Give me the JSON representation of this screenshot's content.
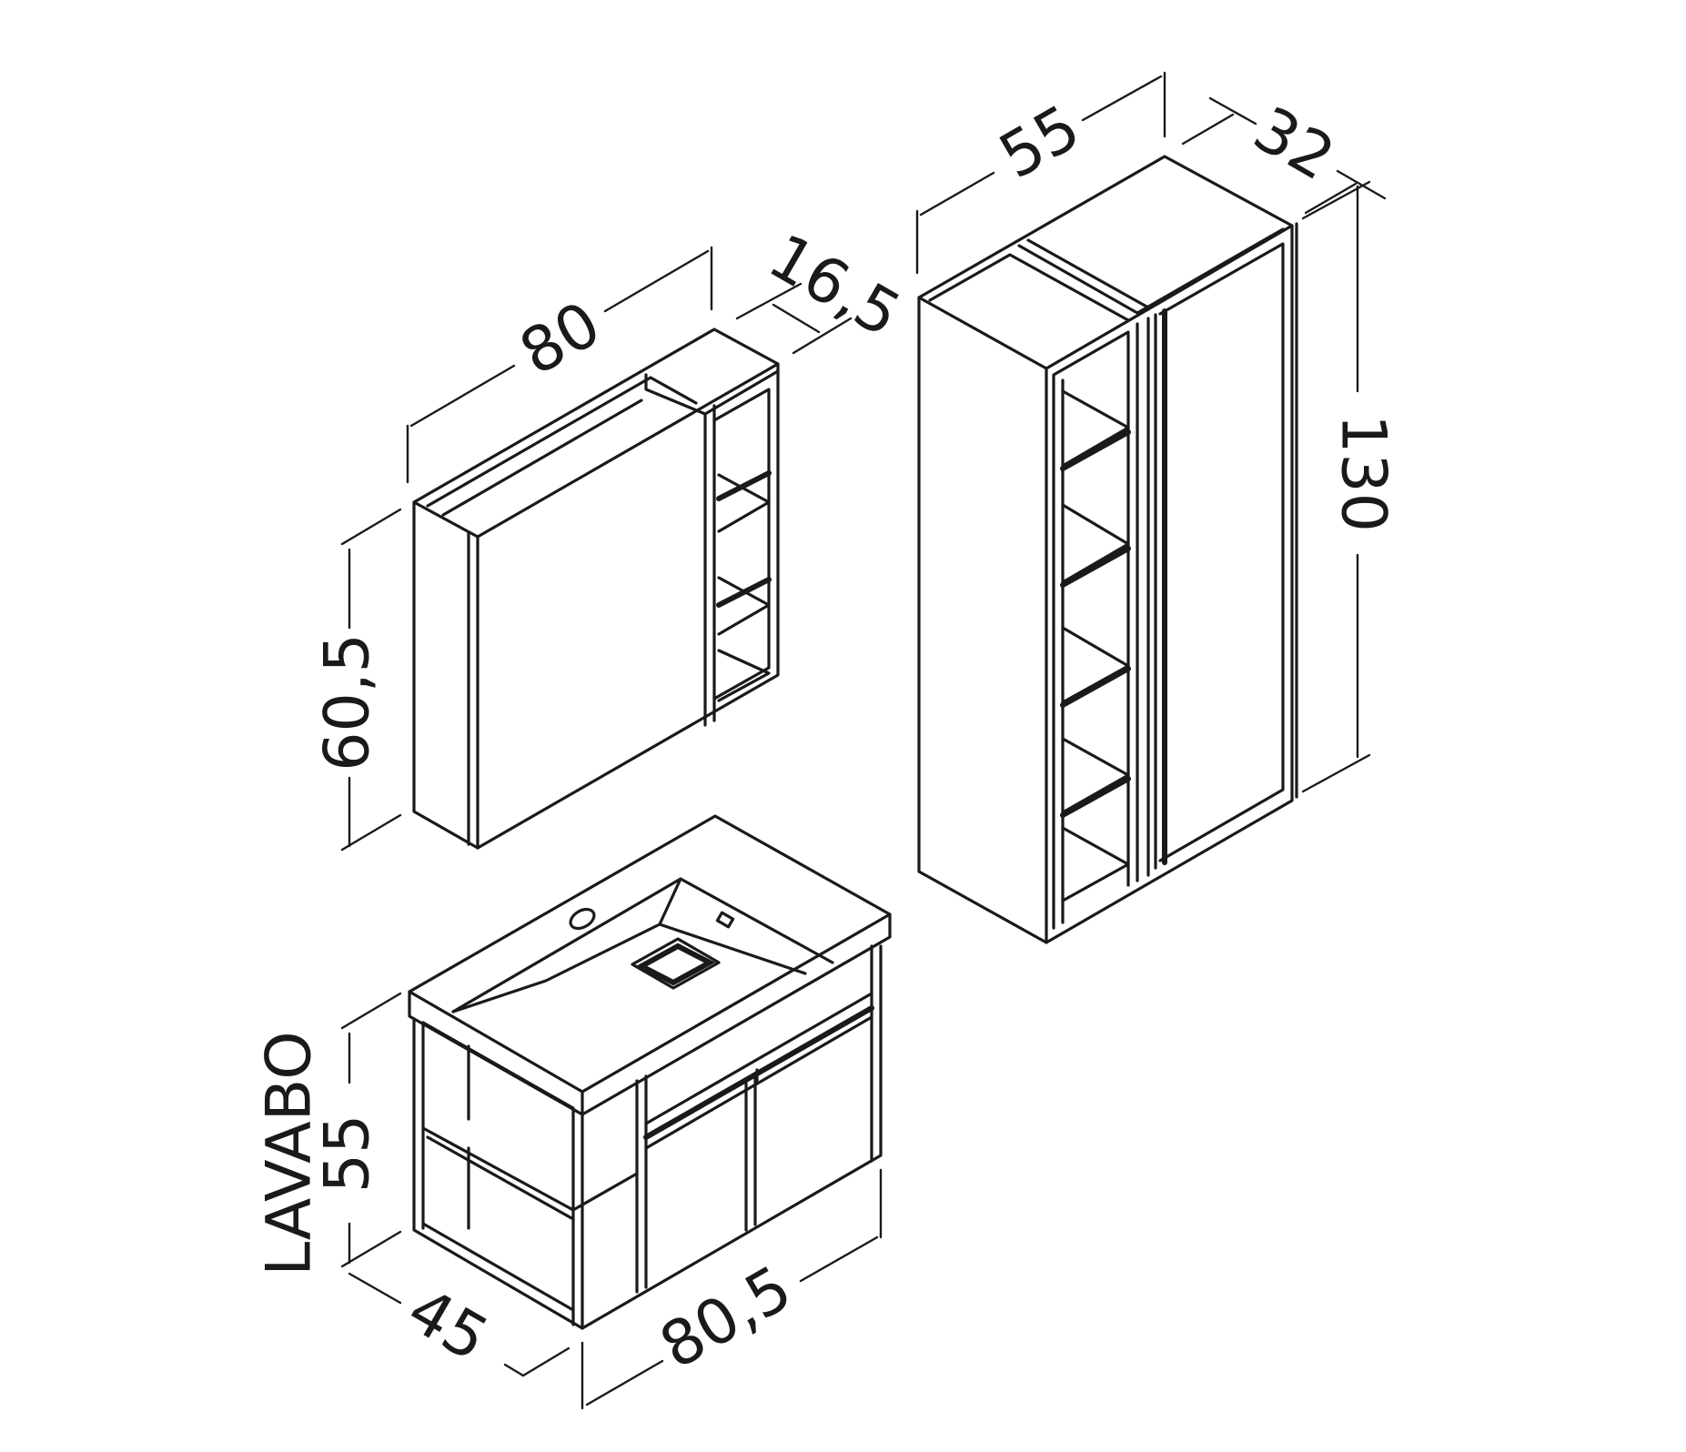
{
  "colors": {
    "line": "#1a1a1a",
    "background": "#ffffff"
  },
  "mirror_cabinet": {
    "width": "80",
    "depth": "16,5",
    "height": "60,5"
  },
  "tall_cabinet": {
    "width": "55",
    "depth": "32",
    "height": "130"
  },
  "vanity_unit": {
    "label": "LAVABO",
    "height": "55",
    "depth": "45",
    "width": "80,5"
  }
}
